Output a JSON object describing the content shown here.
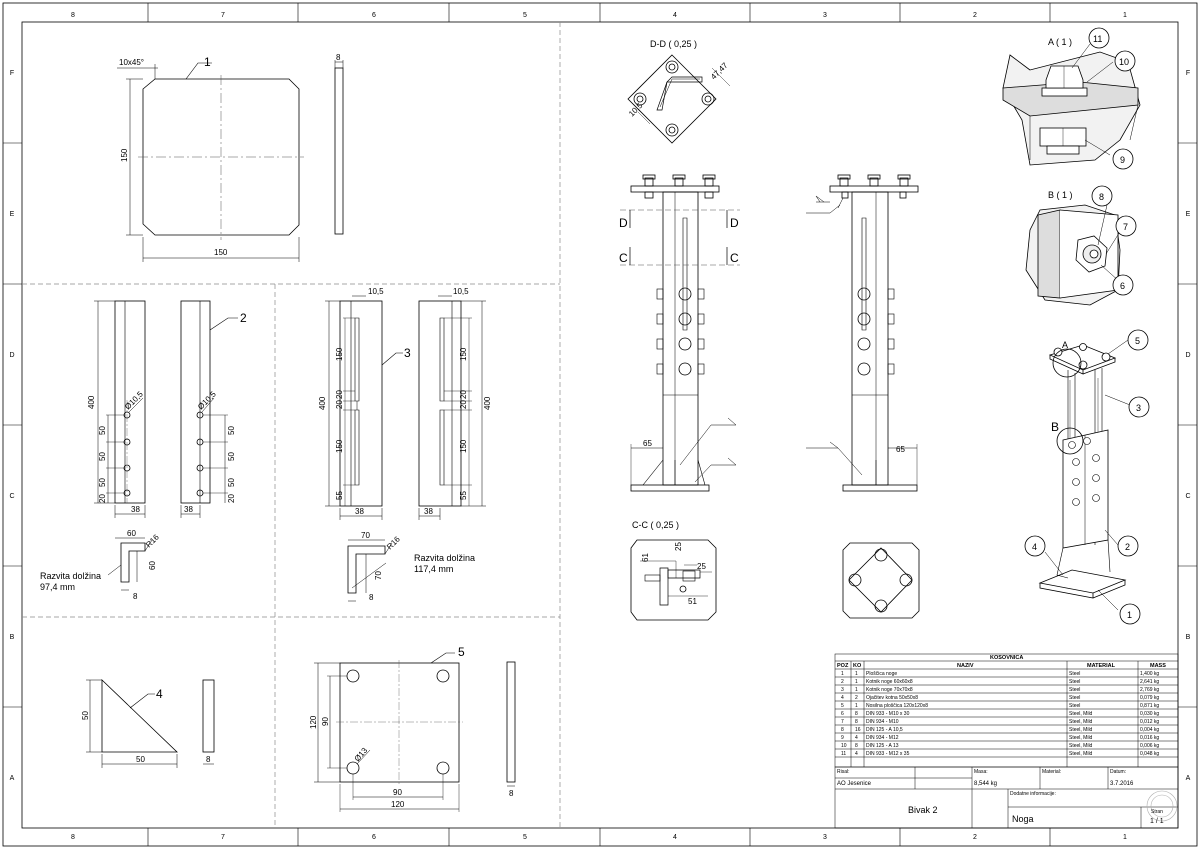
{
  "zones": {
    "cols": [
      "8",
      "7",
      "6",
      "5",
      "4",
      "3",
      "2",
      "1"
    ],
    "rows": [
      "F",
      "E",
      "D",
      "C",
      "B",
      "A"
    ]
  },
  "views": {
    "part1": {
      "num": "1",
      "chamfer": "10x45°",
      "height": "150",
      "width": "150",
      "thick": "8"
    },
    "part2": {
      "num": "2",
      "len": "400",
      "hole": "Ø10,5",
      "s1": "50",
      "s2": "50",
      "s3": "50",
      "s4": "20",
      "width": "38",
      "flange": "60",
      "leg": "60",
      "thick": "8",
      "radius": "R16",
      "dev_label": "Razvita dolžina",
      "dev_len": "97,4 mm"
    },
    "part3": {
      "num": "3",
      "w": "10,5",
      "s150a": "150",
      "s20a": "20",
      "s20b": "20",
      "s150b": "150",
      "s55": "55",
      "len": "400",
      "width": "38",
      "flange": "70",
      "leg": "70",
      "thick": "8",
      "radius": "R16",
      "dev_label": "Razvita dolžina",
      "dev_len": "117,4 mm"
    },
    "part4": {
      "num": "4",
      "h": "50",
      "w": "50",
      "thick": "8"
    },
    "part5": {
      "num": "5",
      "h120": "120",
      "h90": "90",
      "w90": "90",
      "w120": "120",
      "hole": "Ø13",
      "thick": "8"
    },
    "sectionDD": {
      "title": "D-D ( 0,25 )",
      "d1": "47,47",
      "d2": "10,5"
    },
    "sectionCC": {
      "title": "C-C ( 0,25 )",
      "d61": "61",
      "d25a": "25",
      "d25b": "25",
      "d51": "51"
    },
    "detailA": {
      "title": "A ( 1 )",
      "b11": "11",
      "b10": "10",
      "b9": "9"
    },
    "detailB": {
      "title": "B ( 1 )",
      "b8": "8",
      "b7": "7",
      "b6": "6"
    },
    "front": {
      "secD": "D",
      "secC": "C",
      "dim65": "65"
    },
    "side": {
      "dim65": "65"
    },
    "iso": {
      "a": "A",
      "b": "B",
      "b5": "5",
      "b3": "3",
      "b2": "2",
      "b4": "4",
      "b1": "1"
    }
  },
  "bom": {
    "title": "KOSOVNICA",
    "headers": {
      "poz": "POZ",
      "ko": "KO",
      "naziv": "NAZIV",
      "material": "MATERIAL",
      "mass": "MASS"
    },
    "rows": [
      {
        "poz": "1",
        "ko": "1",
        "naziv": "Ploščica noge",
        "material": "Steel",
        "mass": "1,400 kg"
      },
      {
        "poz": "2",
        "ko": "1",
        "naziv": "Kotnik noge 60x60x8",
        "material": "Steel",
        "mass": "2,641 kg"
      },
      {
        "poz": "3",
        "ko": "1",
        "naziv": "Kotnik noge 70x70x8",
        "material": "Steel",
        "mass": "2,769 kg"
      },
      {
        "poz": "4",
        "ko": "2",
        "naziv": "Ojačitev kotna 50x50x8",
        "material": "Steel",
        "mass": "0,079 kg"
      },
      {
        "poz": "5",
        "ko": "1",
        "naziv": "Nosilna ploščica 120x120x8",
        "material": "Steel",
        "mass": "0,871 kg"
      },
      {
        "poz": "6",
        "ko": "8",
        "naziv": "DIN 933 - M10 x 30",
        "material": "Steel, Mild",
        "mass": "0,030 kg"
      },
      {
        "poz": "7",
        "ko": "8",
        "naziv": "DIN 934 - M10",
        "material": "Steel, Mild",
        "mass": "0,012 kg"
      },
      {
        "poz": "8",
        "ko": "16",
        "naziv": "DIN 125 - A 10,5",
        "material": "Steel, Mild",
        "mass": "0,004 kg"
      },
      {
        "poz": "9",
        "ko": "4",
        "naziv": "DIN 934 - M12",
        "material": "Steel, Mild",
        "mass": "0,016 kg"
      },
      {
        "poz": "10",
        "ko": "8",
        "naziv": "DIN 125 - A 13",
        "material": "Steel, Mild",
        "mass": "0,006 kg"
      },
      {
        "poz": "11",
        "ko": "4",
        "naziv": "DIN 933 - M12 x 35",
        "material": "Steel, Mild",
        "mass": "0,048 kg"
      }
    ]
  },
  "titleblock": {
    "risal_label": "Risal:",
    "risal": "AO Jesenice",
    "masa_label": "Masa:",
    "masa": "8,544 kg",
    "material_label": "Material:",
    "material": "",
    "datum_label": "Datum:",
    "datum": "3.7.2016",
    "project": "Bivak 2",
    "info_label": "Dodatne informacije:",
    "part": "Noga",
    "sheet_label": "Stran",
    "sheet": "1 / 1"
  },
  "colors": {
    "line": "#000000",
    "center": "#555555",
    "dash": "#8a8a8a",
    "paper": "#ffffff"
  }
}
